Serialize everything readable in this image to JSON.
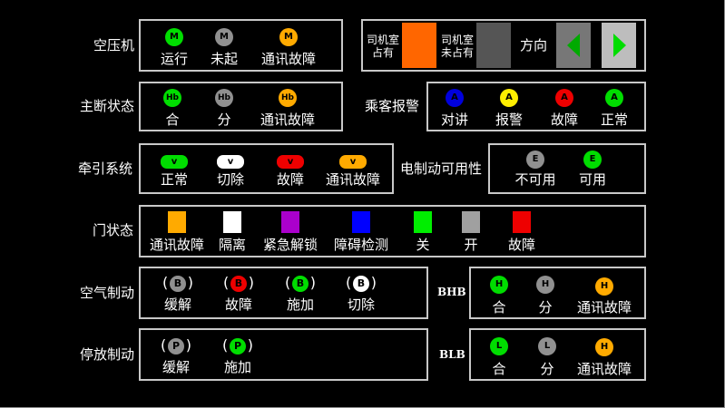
{
  "compressor": {
    "title": "空压机",
    "items": [
      {
        "glyph": "M",
        "label": "运行",
        "color": "#00dd00",
        "text_color": "#000000"
      },
      {
        "glyph": "M",
        "label": "未起",
        "color": "#909090",
        "text_color": "#000000"
      },
      {
        "glyph": "M",
        "label": "通讯故障",
        "color": "#ffaa00",
        "text_color": "#000000"
      }
    ]
  },
  "cab": {
    "occupied_label": [
      "司机室",
      "占有"
    ],
    "unoccupied_label": [
      "司机室",
      "未占有"
    ],
    "occupied_color": "#ff6600",
    "unoccupied_color": "#555555",
    "direction_label": "方向",
    "direction_left_color": "#00aa00",
    "direction_right_color": "#00dd00"
  },
  "main_breaker": {
    "title": "主断状态",
    "items": [
      {
        "glyph": "Hb",
        "label": "合",
        "color": "#00dd00",
        "text_color": "#000000"
      },
      {
        "glyph": "Hb",
        "label": "分",
        "color": "#909090",
        "text_color": "#000000"
      },
      {
        "glyph": "Hb",
        "label": "通讯故障",
        "color": "#ffaa00",
        "text_color": "#000000"
      }
    ]
  },
  "passenger_alarm": {
    "title": "乘客报警",
    "items": [
      {
        "glyph": "A",
        "label": "对讲",
        "color": "#0000dd",
        "text_color": "#000000"
      },
      {
        "glyph": "A",
        "label": "报警",
        "color": "#ffee00",
        "text_color": "#000000"
      },
      {
        "glyph": "A",
        "label": "故障",
        "color": "#ee0000",
        "text_color": "#000000"
      },
      {
        "glyph": "A",
        "label": "正常",
        "color": "#00dd00",
        "text_color": "#000000"
      }
    ]
  },
  "traction": {
    "title": "牵引系统",
    "items": [
      {
        "glyph": "v",
        "label": "正常",
        "color": "#00dd00",
        "text_color": "#000000"
      },
      {
        "glyph": "v",
        "label": "切除",
        "color": "#ffffff",
        "text_color": "#000000"
      },
      {
        "glyph": "v",
        "label": "故障",
        "color": "#ee0000",
        "text_color": "#000000"
      },
      {
        "glyph": "v",
        "label": "通讯故障",
        "color": "#ffaa00",
        "text_color": "#000000"
      }
    ]
  },
  "electric_brake": {
    "title": "电制动可用性",
    "items": [
      {
        "glyph": "E",
        "label": "不可用",
        "color": "#909090",
        "text_color": "#000000"
      },
      {
        "glyph": "E",
        "label": "可用",
        "color": "#00dd00",
        "text_color": "#000000"
      }
    ]
  },
  "door": {
    "title": "门状态",
    "items": [
      {
        "label": "通讯故障",
        "color": "#ffaa00"
      },
      {
        "label": "隔离",
        "color": "#ffffff"
      },
      {
        "label": "紧急解锁",
        "color": "#aa00cc"
      },
      {
        "label": "障碍检测",
        "color": "#0000ff"
      },
      {
        "label": "关",
        "color": "#00ee00"
      },
      {
        "label": "开",
        "color": "#a0a0a0"
      },
      {
        "label": "故障",
        "color": "#ee0000"
      }
    ]
  },
  "air_brake": {
    "title": "空气制动",
    "items": [
      {
        "glyph": "B",
        "label": "缓解",
        "color": "#909090",
        "text_color": "#000000"
      },
      {
        "glyph": "B",
        "label": "故障",
        "color": "#ee0000",
        "text_color": "#000000"
      },
      {
        "glyph": "B",
        "label": "施加",
        "color": "#00dd00",
        "text_color": "#000000"
      },
      {
        "glyph": "B",
        "label": "切除",
        "color": "#ffffff",
        "text_color": "#000000"
      }
    ]
  },
  "bhb": {
    "title": "BHB",
    "items": [
      {
        "glyph": "H",
        "label": "合",
        "color": "#00dd00",
        "text_color": "#000000"
      },
      {
        "glyph": "H",
        "label": "分",
        "color": "#909090",
        "text_color": "#000000"
      },
      {
        "glyph": "H",
        "label": "通讯故障",
        "color": "#ffaa00",
        "text_color": "#000000"
      }
    ]
  },
  "parking_brake": {
    "title": "停放制动",
    "items": [
      {
        "glyph": "P",
        "label": "缓解",
        "color": "#909090",
        "text_color": "#000000"
      },
      {
        "glyph": "P",
        "label": "施加",
        "color": "#00dd00",
        "text_color": "#000000"
      }
    ]
  },
  "blb": {
    "title": "BLB",
    "items": [
      {
        "glyph": "L",
        "label": "合",
        "color": "#00dd00",
        "text_color": "#000000"
      },
      {
        "glyph": "L",
        "label": "分",
        "color": "#909090",
        "text_color": "#000000"
      },
      {
        "glyph": "H",
        "label": "通讯故障",
        "color": "#ffaa00",
        "text_color": "#000000"
      }
    ]
  }
}
